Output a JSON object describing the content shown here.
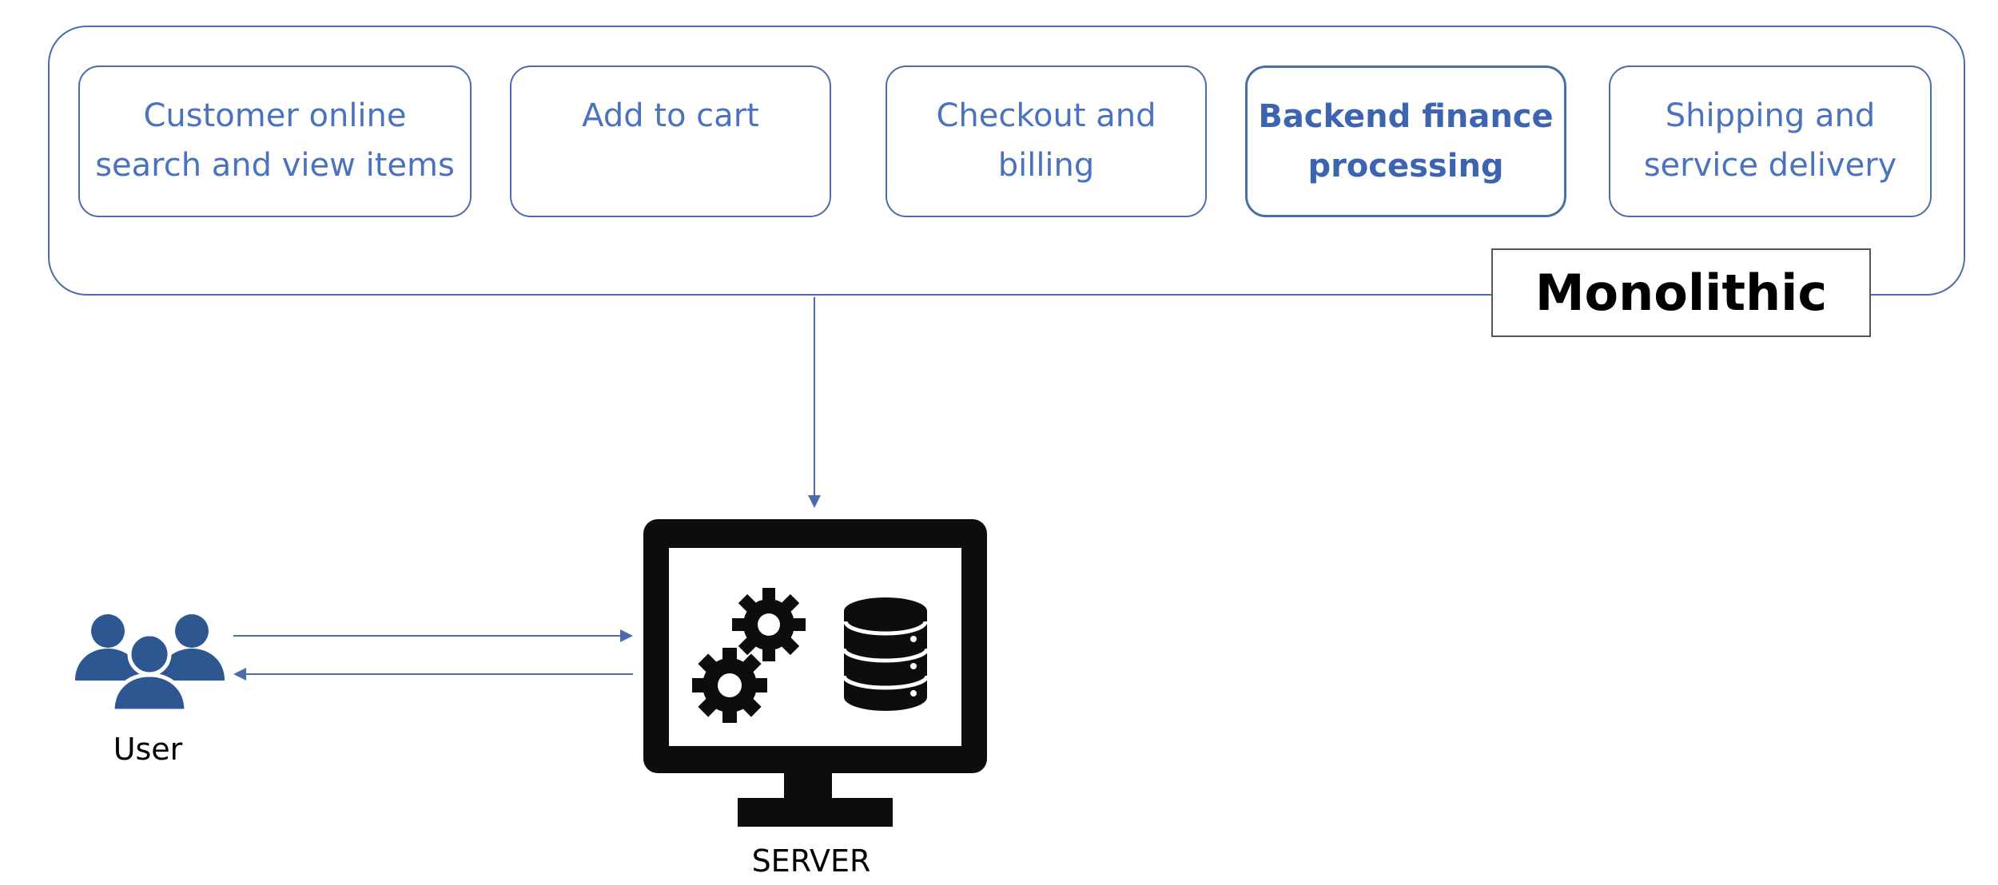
{
  "modules": [
    {
      "label": "Customer online\nsearch and view items"
    },
    {
      "label": "Add to cart"
    },
    {
      "label": "Checkout and\nbilling"
    },
    {
      "label": "Backend finance\nprocessing"
    },
    {
      "label": "Shipping and\nservice delivery"
    }
  ],
  "container_label": "Monolithic",
  "nodes": {
    "user_label": "User",
    "server_label": "SERVER"
  },
  "colors": {
    "accent": "#4a6ca8",
    "module_text": "#4a72be",
    "icon": "#0d0d0d",
    "user_icon": "#2e5690"
  },
  "icons": [
    "users-icon",
    "monitor-icon",
    "gears-icon",
    "database-icon"
  ]
}
